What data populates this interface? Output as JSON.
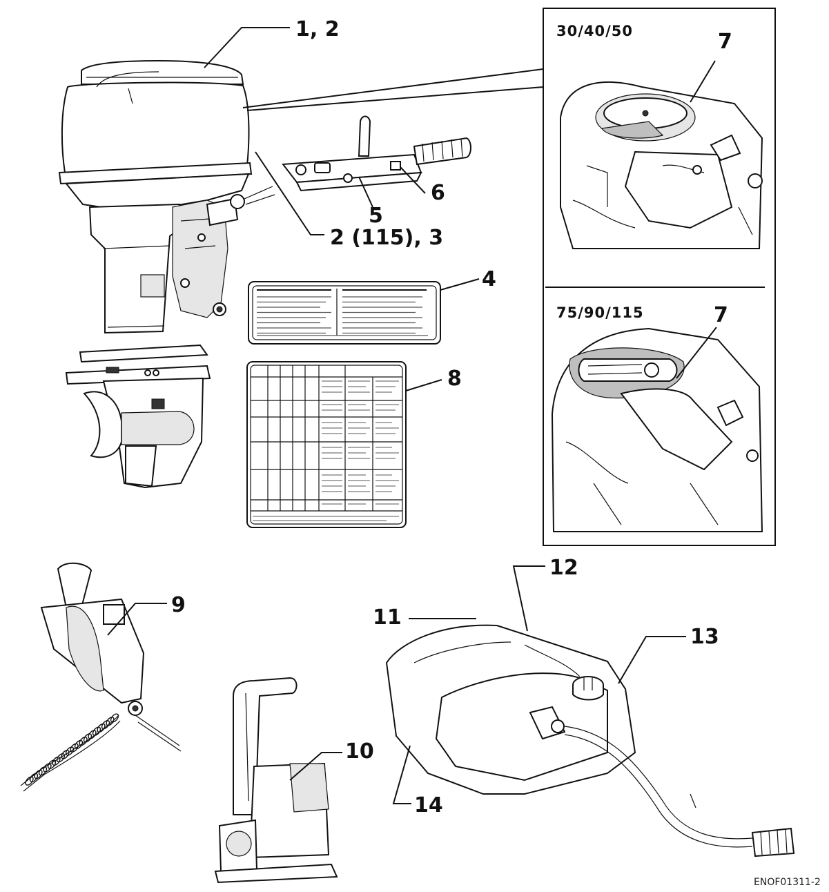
{
  "callouts": {
    "c1": "1, 2",
    "c6": "6",
    "c5": "5",
    "c2b": "2 (115), 3",
    "c4": "4",
    "c8": "8",
    "c7a": "7",
    "c7b": "7",
    "c9": "9",
    "c10": "10",
    "c11": "11",
    "c12": "12",
    "c13": "13",
    "c14": "14"
  },
  "inset": {
    "top_model": "30/40/50",
    "bottom_model": "75/90/115"
  },
  "figure_code": "ENOF01311-2"
}
